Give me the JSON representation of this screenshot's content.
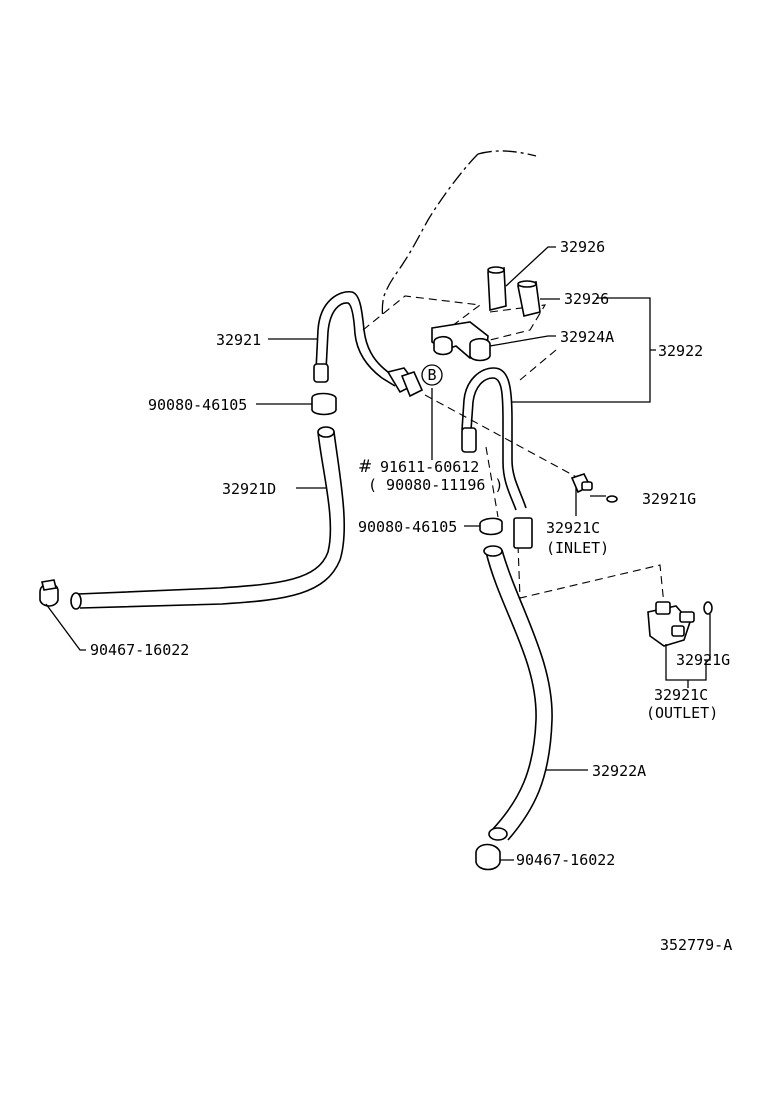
{
  "diagram": {
    "code": "352779-A",
    "marker": "B",
    "symbol": "#",
    "labels": {
      "p32926_top": "32926",
      "p32926_mid": "32926",
      "p32924A": "32924A",
      "p32922": "32922",
      "p32921": "32921",
      "p90080_upper": "90080-46105",
      "p91611": "91611-60612",
      "p90080_11196": "( 90080-11196 )",
      "p32921D": "32921D",
      "p32921G_inlet": "32921G",
      "p32921C_inlet": "32921C",
      "inlet": "(INLET)",
      "p90080_lower": "90080-46105",
      "p90467_left": "90467-16022",
      "p32921G_outlet": "32921G",
      "p32921C_outlet": "32921C",
      "outlet": "(OUTLET)",
      "p32922A": "32922A",
      "p90467_bottom": "90467-16022"
    }
  }
}
